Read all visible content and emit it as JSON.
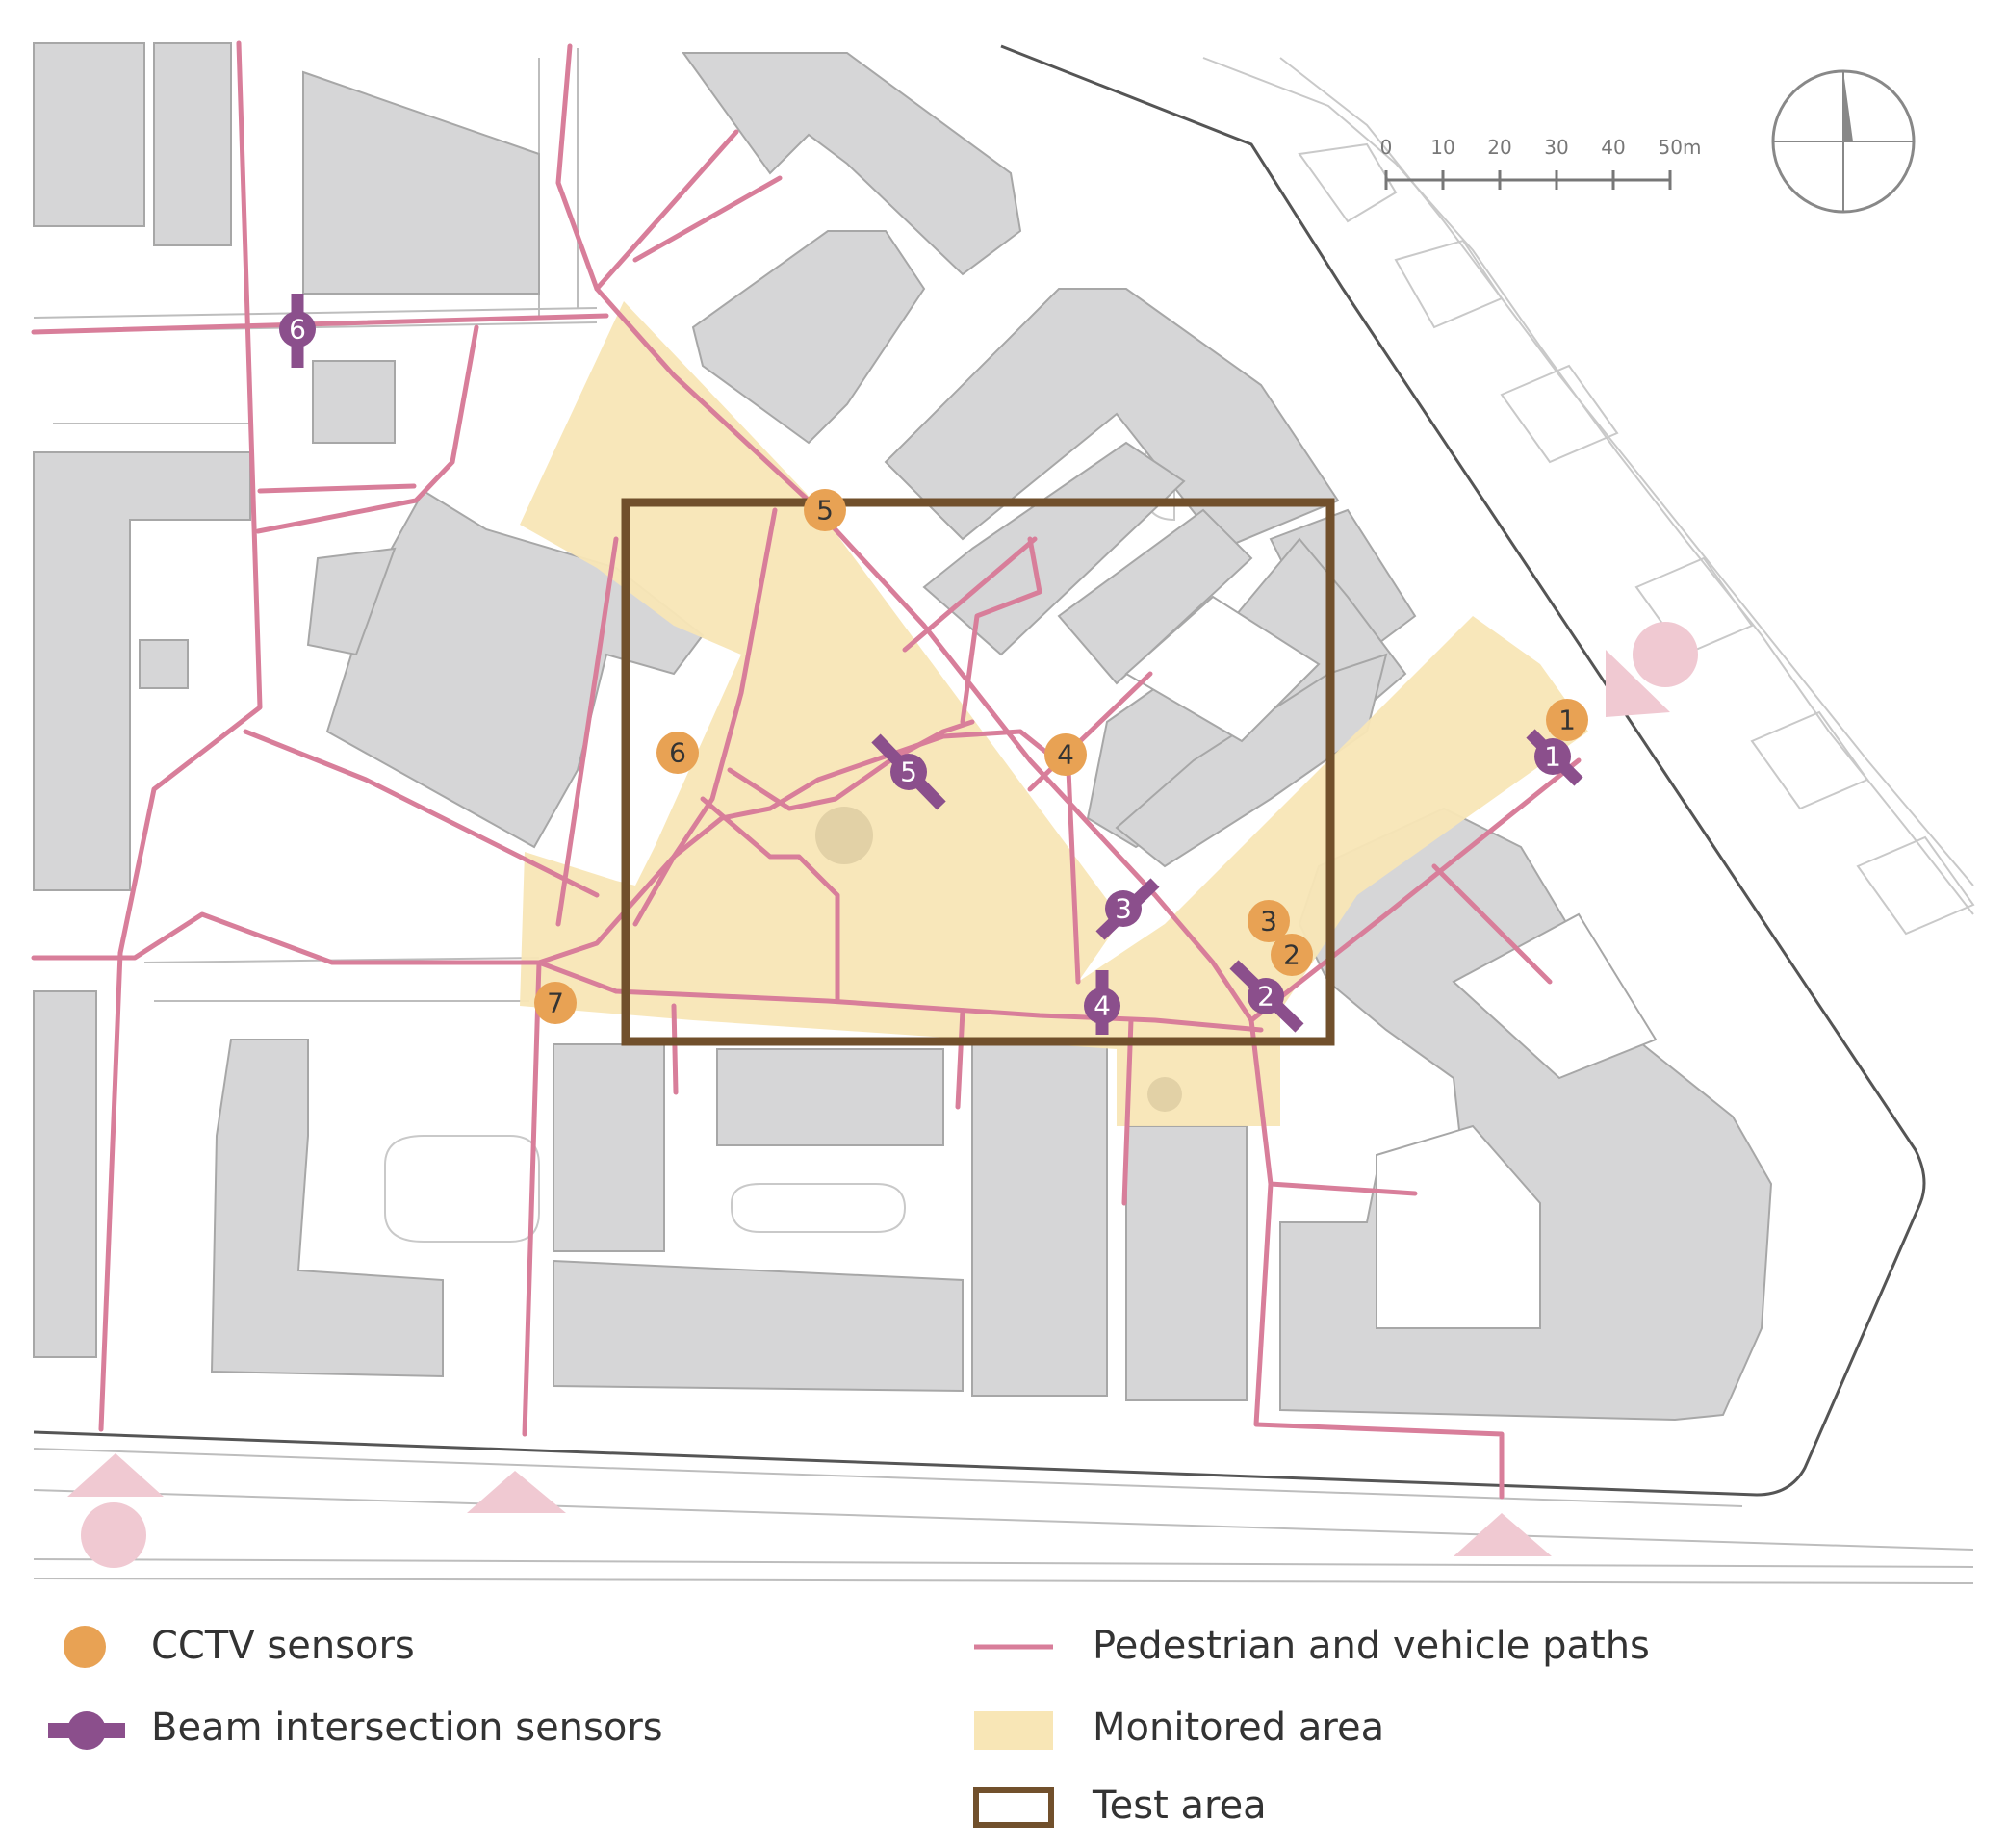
{
  "colors": {
    "building": "#d6d6d7",
    "building_edge": "#9d9d9d",
    "monitored_area": "#f8e6b6",
    "path": "#d87e9a",
    "cctv": "#e8a254",
    "beam": "#8b4f8c",
    "test_area": "#71502c",
    "marker_pink": "#f0c9d2",
    "background": "#ffffff"
  },
  "scale_bar": {
    "ticks": [
      "0",
      "10",
      "20",
      "30",
      "40",
      "50m"
    ]
  },
  "north_arrow": {
    "icon": "north-arrow-icon"
  },
  "cctv_sensors": [
    "1",
    "2",
    "3",
    "4",
    "5",
    "6",
    "7"
  ],
  "beam_sensors": [
    "1",
    "2",
    "3",
    "4",
    "5",
    "6"
  ],
  "legend": {
    "cctv": "CCTV sensors",
    "beam": "Beam intersection sensors",
    "paths": "Pedestrian and vehicle paths",
    "monitored": "Monitored area",
    "test": "Test area"
  }
}
